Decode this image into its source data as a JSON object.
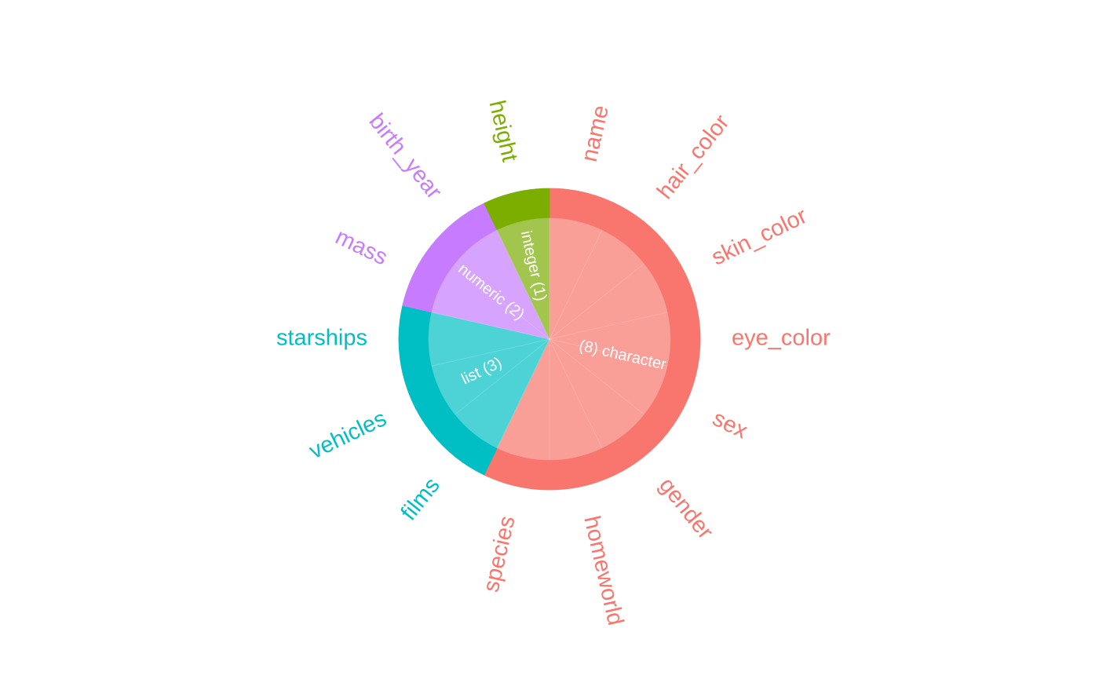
{
  "chart_data": {
    "type": "pie",
    "variant": "sunburst",
    "groups": [
      {
        "label": "(8) character",
        "type": "character",
        "count": 8,
        "color": "#F8766D",
        "inner_color": "#FA9E98"
      },
      {
        "label": "list (3)",
        "type": "list",
        "count": 3,
        "color": "#00BFC4",
        "inner_color": "#4DD3D6"
      },
      {
        "label": "numeric (2)",
        "type": "numeric",
        "count": 2,
        "color": "#C77CFF",
        "inner_color": "#D6A3FF"
      },
      {
        "label": "integer (1)",
        "type": "integer",
        "count": 1,
        "color": "#7CAE00",
        "inner_color": "#A2C54D"
      }
    ],
    "columns": [
      {
        "name": "name",
        "group": "character",
        "weight": 1
      },
      {
        "name": "hair_color",
        "group": "character",
        "weight": 1
      },
      {
        "name": "skin_color",
        "group": "character",
        "weight": 1
      },
      {
        "name": "eye_color",
        "group": "character",
        "weight": 1
      },
      {
        "name": "sex",
        "group": "character",
        "weight": 1
      },
      {
        "name": "gender",
        "group": "character",
        "weight": 1
      },
      {
        "name": "homeworld",
        "group": "character",
        "weight": 1
      },
      {
        "name": "species",
        "group": "character",
        "weight": 1
      },
      {
        "name": "films",
        "group": "list",
        "weight": 1
      },
      {
        "name": "vehicles",
        "group": "list",
        "weight": 1
      },
      {
        "name": "starships",
        "group": "list",
        "weight": 1
      },
      {
        "name": "mass",
        "group": "numeric",
        "weight": 1
      },
      {
        "name": "birth_year",
        "group": "numeric",
        "weight": 1
      },
      {
        "name": "height",
        "group": "integer",
        "weight": 1
      }
    ]
  }
}
